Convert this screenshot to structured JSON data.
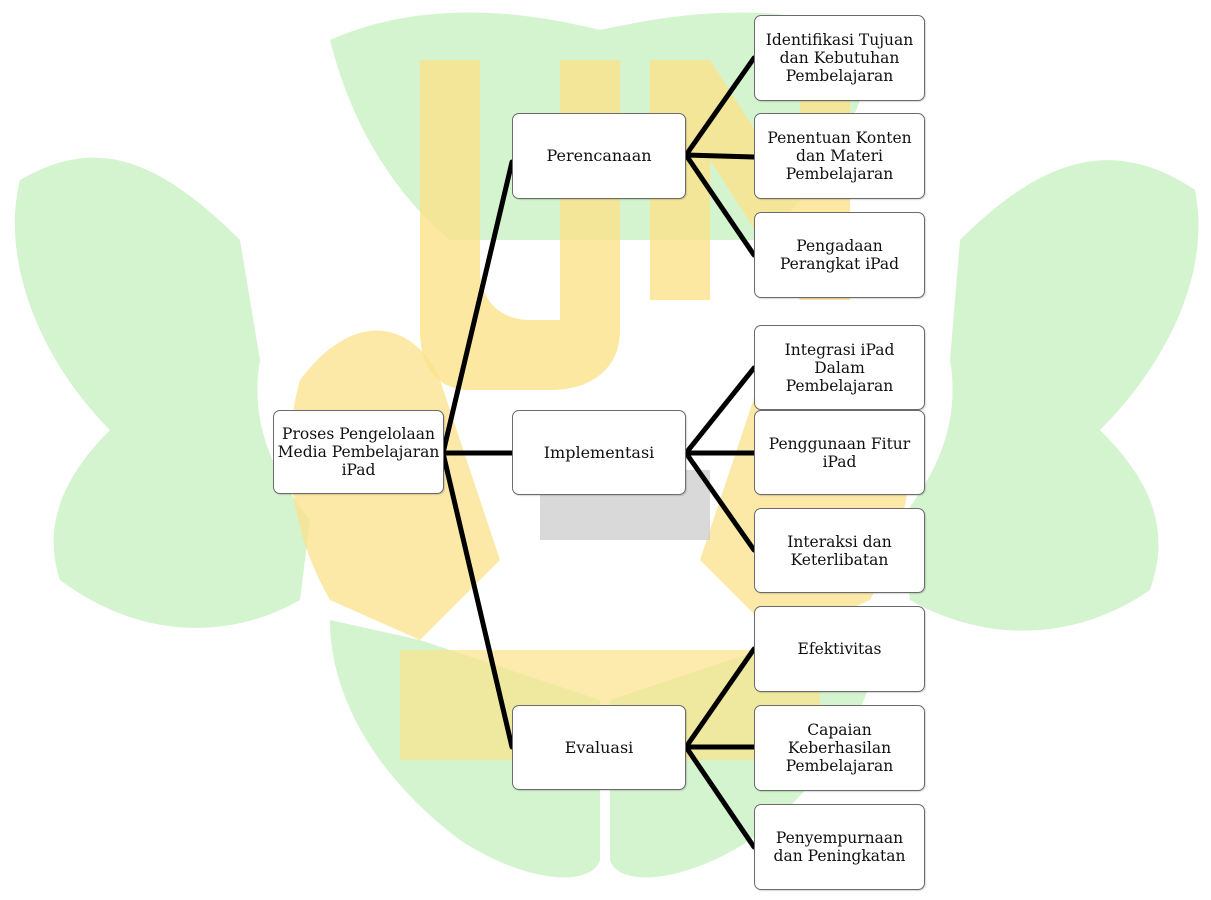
{
  "diagram": {
    "colors": {
      "watermark_green": "#cdf2c8",
      "watermark_yellow": "#fbe28a",
      "watermark_gray": "#c9c9c9",
      "node_border": "#6b6b6b",
      "connector": "#000000"
    },
    "root": {
      "label": "Proses  Pengelolaan\nMedia Pembelajaran\niPad"
    },
    "stages": [
      {
        "label": "Perencanaan",
        "items": [
          "Identifikasi Tujuan\ndan Kebutuhan\nPembelajaran",
          "Penentuan Konten\ndan Materi\nPembelajaran",
          "Pengadaan\nPerangkat iPad"
        ]
      },
      {
        "label": "Implementasi",
        "items": [
          "Integrasi iPad\nDalam\nPembelajaran",
          "Penggunaan Fitur\niPad",
          "Interaksi dan\nKeterlibatan"
        ]
      },
      {
        "label": "Evaluasi",
        "items": [
          "Efektivitas",
          "Capaian\nKeberhasilan\nPembelajaran",
          "Penyempurnaan\ndan Peningkatan"
        ]
      }
    ]
  }
}
